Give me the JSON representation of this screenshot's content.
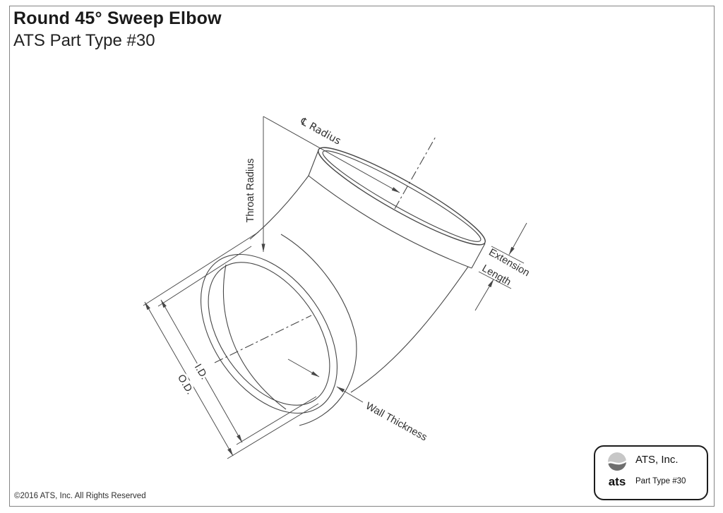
{
  "page": {
    "title": "Round 45° Sweep Elbow",
    "subtitle": "ATS Part Type #30",
    "copyright": "©2016 ATS, Inc. All Rights Reserved",
    "background": "#ffffff",
    "border_color": "#848484",
    "line_color": "#474747",
    "text_color": "#2f2f2f"
  },
  "diagram": {
    "part_name": "Round 45° Sweep Elbow",
    "labels": {
      "cl_radius": "℄ Radius",
      "throat_radius": "Throat Radius",
      "extension_word1": "Extension",
      "extension_word2": "Length",
      "inner_diameter": "I.D.",
      "outer_diameter": "O.D.",
      "wall_thickness": "Wall Thickness"
    }
  },
  "logo_box": {
    "logo_text": "ats",
    "company": "ATS, Inc.",
    "part_type": "Part Type #30"
  }
}
